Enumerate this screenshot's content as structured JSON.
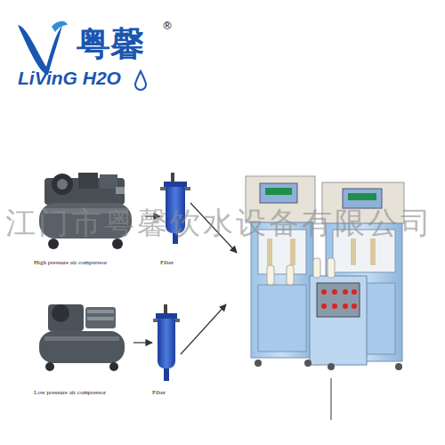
{
  "diagram": {
    "nodes": [
      {
        "text": [
          "High pressure air compressor"
        ]
      },
      {
        "text": [
          "Filter"
        ]
      },
      {
        "text": [
          "Low pressure air compressor"
        ]
      },
      {
        "text": [
          "Filter"
        ]
      }
    ],
    "edges": [
      {
        "from": 0,
        "to": 1,
        "arrow": "to"
      },
      {
        "from": 2,
        "to": 3,
        "arrow": "to"
      }
    ],
    "labels": [
      "粤馨",
      "®",
      "LiVinG H2O",
      "江门市粤馨饮水设备有限公司"
    ]
  }
}
